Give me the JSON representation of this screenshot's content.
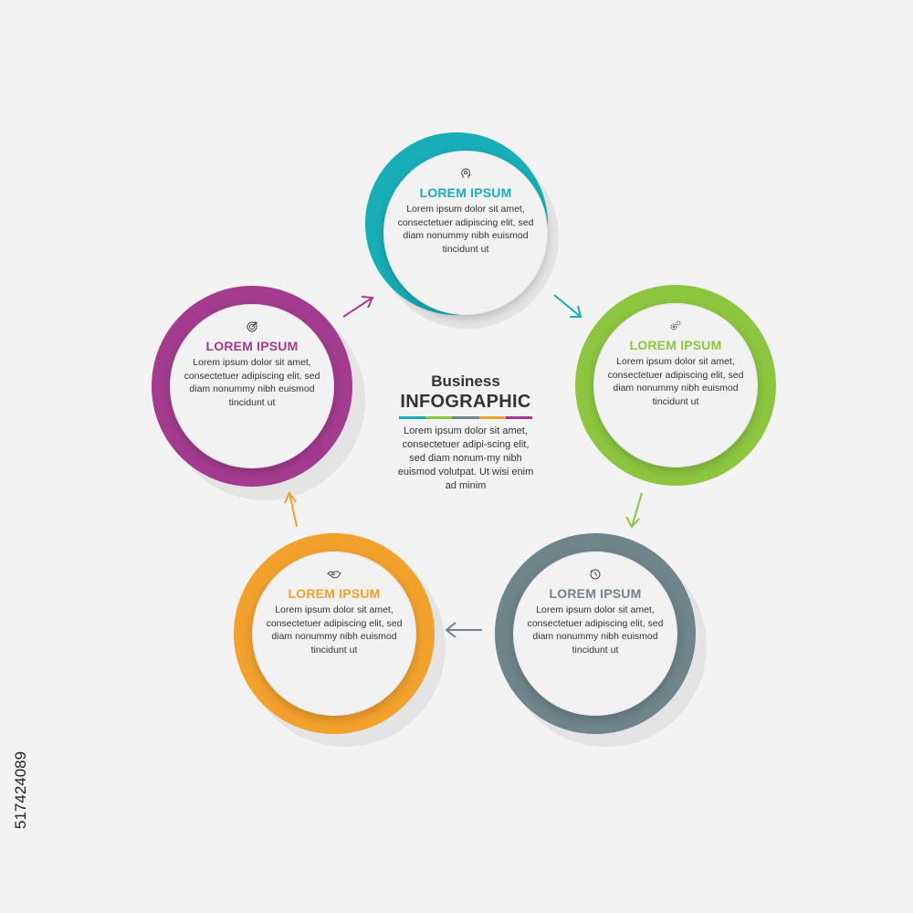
{
  "center": {
    "title_line1": "Business",
    "title_line2": "INFOGRAPHIC",
    "text": "Lorem ipsum dolor sit amet, consectetuer adipi-scing elit, sed diam nonum-my nibh euismod volutpat. Ut wisi enim ad minim"
  },
  "stock_id": "517424089",
  "steps": [
    {
      "title": "LOREM IPSUM",
      "text": "Lorem ipsum dolor sit amet, consectetuer adipiscing elit, sed diam nonummy nibh euismod tincidunt ut",
      "color": "#17aeb8",
      "icon": "head-icon"
    },
    {
      "title": "LOREM IPSUM",
      "text": "Lorem ipsum dolor sit amet, consectetuer adipiscing elit, sed diam nonummy nibh euismod tincidunt ut",
      "color": "#8cc63f",
      "icon": "gears-icon"
    },
    {
      "title": "LOREM IPSUM",
      "text": "Lorem ipsum dolor sit amet, consectetuer adipiscing elit, sed diam nonummy nibh euismod tincidunt ut",
      "color": "#6f848b",
      "icon": "clock-icon"
    },
    {
      "title": "LOREM IPSUM",
      "text": "Lorem ipsum dolor sit amet, consectetuer adipiscing elit, sed diam nonummy nibh euismod tincidunt ut",
      "color": "#f2a12c",
      "icon": "handshake-icon"
    },
    {
      "title": "LOREM IPSUM",
      "text": "Lorem ipsum dolor sit amet, consectetuer adipiscing elit, sed diam nonummy nibh euismod tincidunt ut",
      "color": "#a33c8e",
      "icon": "target-icon"
    }
  ]
}
